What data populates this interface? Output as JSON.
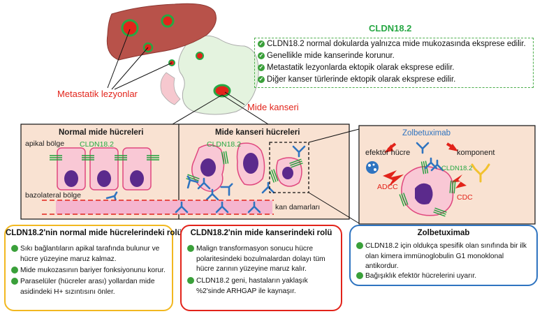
{
  "organ": {
    "cldn_title": "CLDN18.2",
    "metastatic_label": "Metastatik lezyonlar",
    "gastric_cancer_label": "Mide kanseri",
    "info_lines": [
      "CLDN18.2 normal dokularda yalnızca mide mukozasında eksprese edilir.",
      "Genellikle mide kanserinde korunur.",
      "Metastatik lezyonlarda ektopik olarak eksprese edilir.",
      "Diğer kanser türlerinde ektopik olarak eksprese edilir."
    ]
  },
  "panels": {
    "normal_title": "Normal mide hücreleri",
    "apical": "apikal bölge",
    "basolateral": "bazolateral bölge",
    "cldn_normal": "CLDN18.2",
    "cancer_title": "Mide kanseri hücreleri",
    "cldn_cancer": "CLDN18.2",
    "vessel": "kan damarları"
  },
  "mechanism": {
    "zolbetuximab": "Zolbetuximab",
    "effector": "efektör hücre",
    "complement": "komponent",
    "cldn": "CLDN18.2",
    "adcc": "ADCC",
    "cdc": "CDC"
  },
  "boxes": {
    "normal": {
      "title": "CLDN18.2'nin normal mide hücrelerindeki rolü",
      "items": [
        "Sıkı bağlantıların apikal tarafında bulunur ve hücre yüzeyine maruz kalmaz.",
        "Mide mukozasının bariyer fonksiyonunu korur.",
        "Paraselüler (hücreler arası) yollardan mide asidindeki H+ sızıntısını önler."
      ]
    },
    "cancer": {
      "title": "CLDN18.2'nin mide kanserindeki rolü",
      "items": [
        "Malign transformasyon sonucu hücre polaritesindeki bozulmalardan dolayı tüm hücre zarının yüzeyine maruz kalır.",
        "CLDN18.2 geni, hastaların yaklaşık %2'sinde ARHGAP ile kaynaşır."
      ]
    },
    "zolbe": {
      "title": "Zolbetuximab",
      "items": [
        "CLDN18.2 için oldukça spesifik olan sınıfında bir ilk olan kimera immünoglobulin G1 monoklonal antikordur.",
        "Bağışıklık efektör hücrelerini uyarır."
      ]
    }
  },
  "colors": {
    "red": "#e2231a",
    "green": "#27a844",
    "liver": "#b8524a",
    "panel_bg": "#f9e2d2",
    "cell_fill": "#f9c8d5",
    "cell_border": "#e0477e",
    "nucleus": "#5b2a8c",
    "antibody": "#2f74c0",
    "complement": "#f2c12e",
    "box_normal": "#f2b820",
    "box_cancer": "#e2231a",
    "box_zolbe": "#2f74c0"
  }
}
